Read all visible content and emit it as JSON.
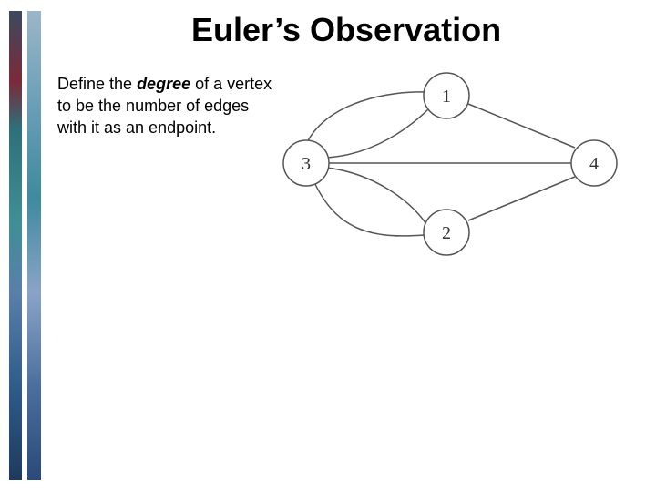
{
  "slide": {
    "title": "Euler’s Observation",
    "body": {
      "before": "Define the ",
      "term": "degree",
      "after": " of a vertex to be the number of edges with it as an endpoint."
    }
  },
  "graph": {
    "vertices": [
      {
        "id": "1",
        "label": "1"
      },
      {
        "id": "2",
        "label": "2"
      },
      {
        "id": "3",
        "label": "3"
      },
      {
        "id": "4",
        "label": "4"
      }
    ],
    "edges": [
      {
        "from": "3",
        "to": "1"
      },
      {
        "from": "3",
        "to": "1"
      },
      {
        "from": "3",
        "to": "2"
      },
      {
        "from": "3",
        "to": "2"
      },
      {
        "from": "3",
        "to": "4"
      },
      {
        "from": "1",
        "to": "4"
      },
      {
        "from": "2",
        "to": "4"
      }
    ],
    "stroke_color": "#555555",
    "vertex_fill": "#ffffff"
  }
}
